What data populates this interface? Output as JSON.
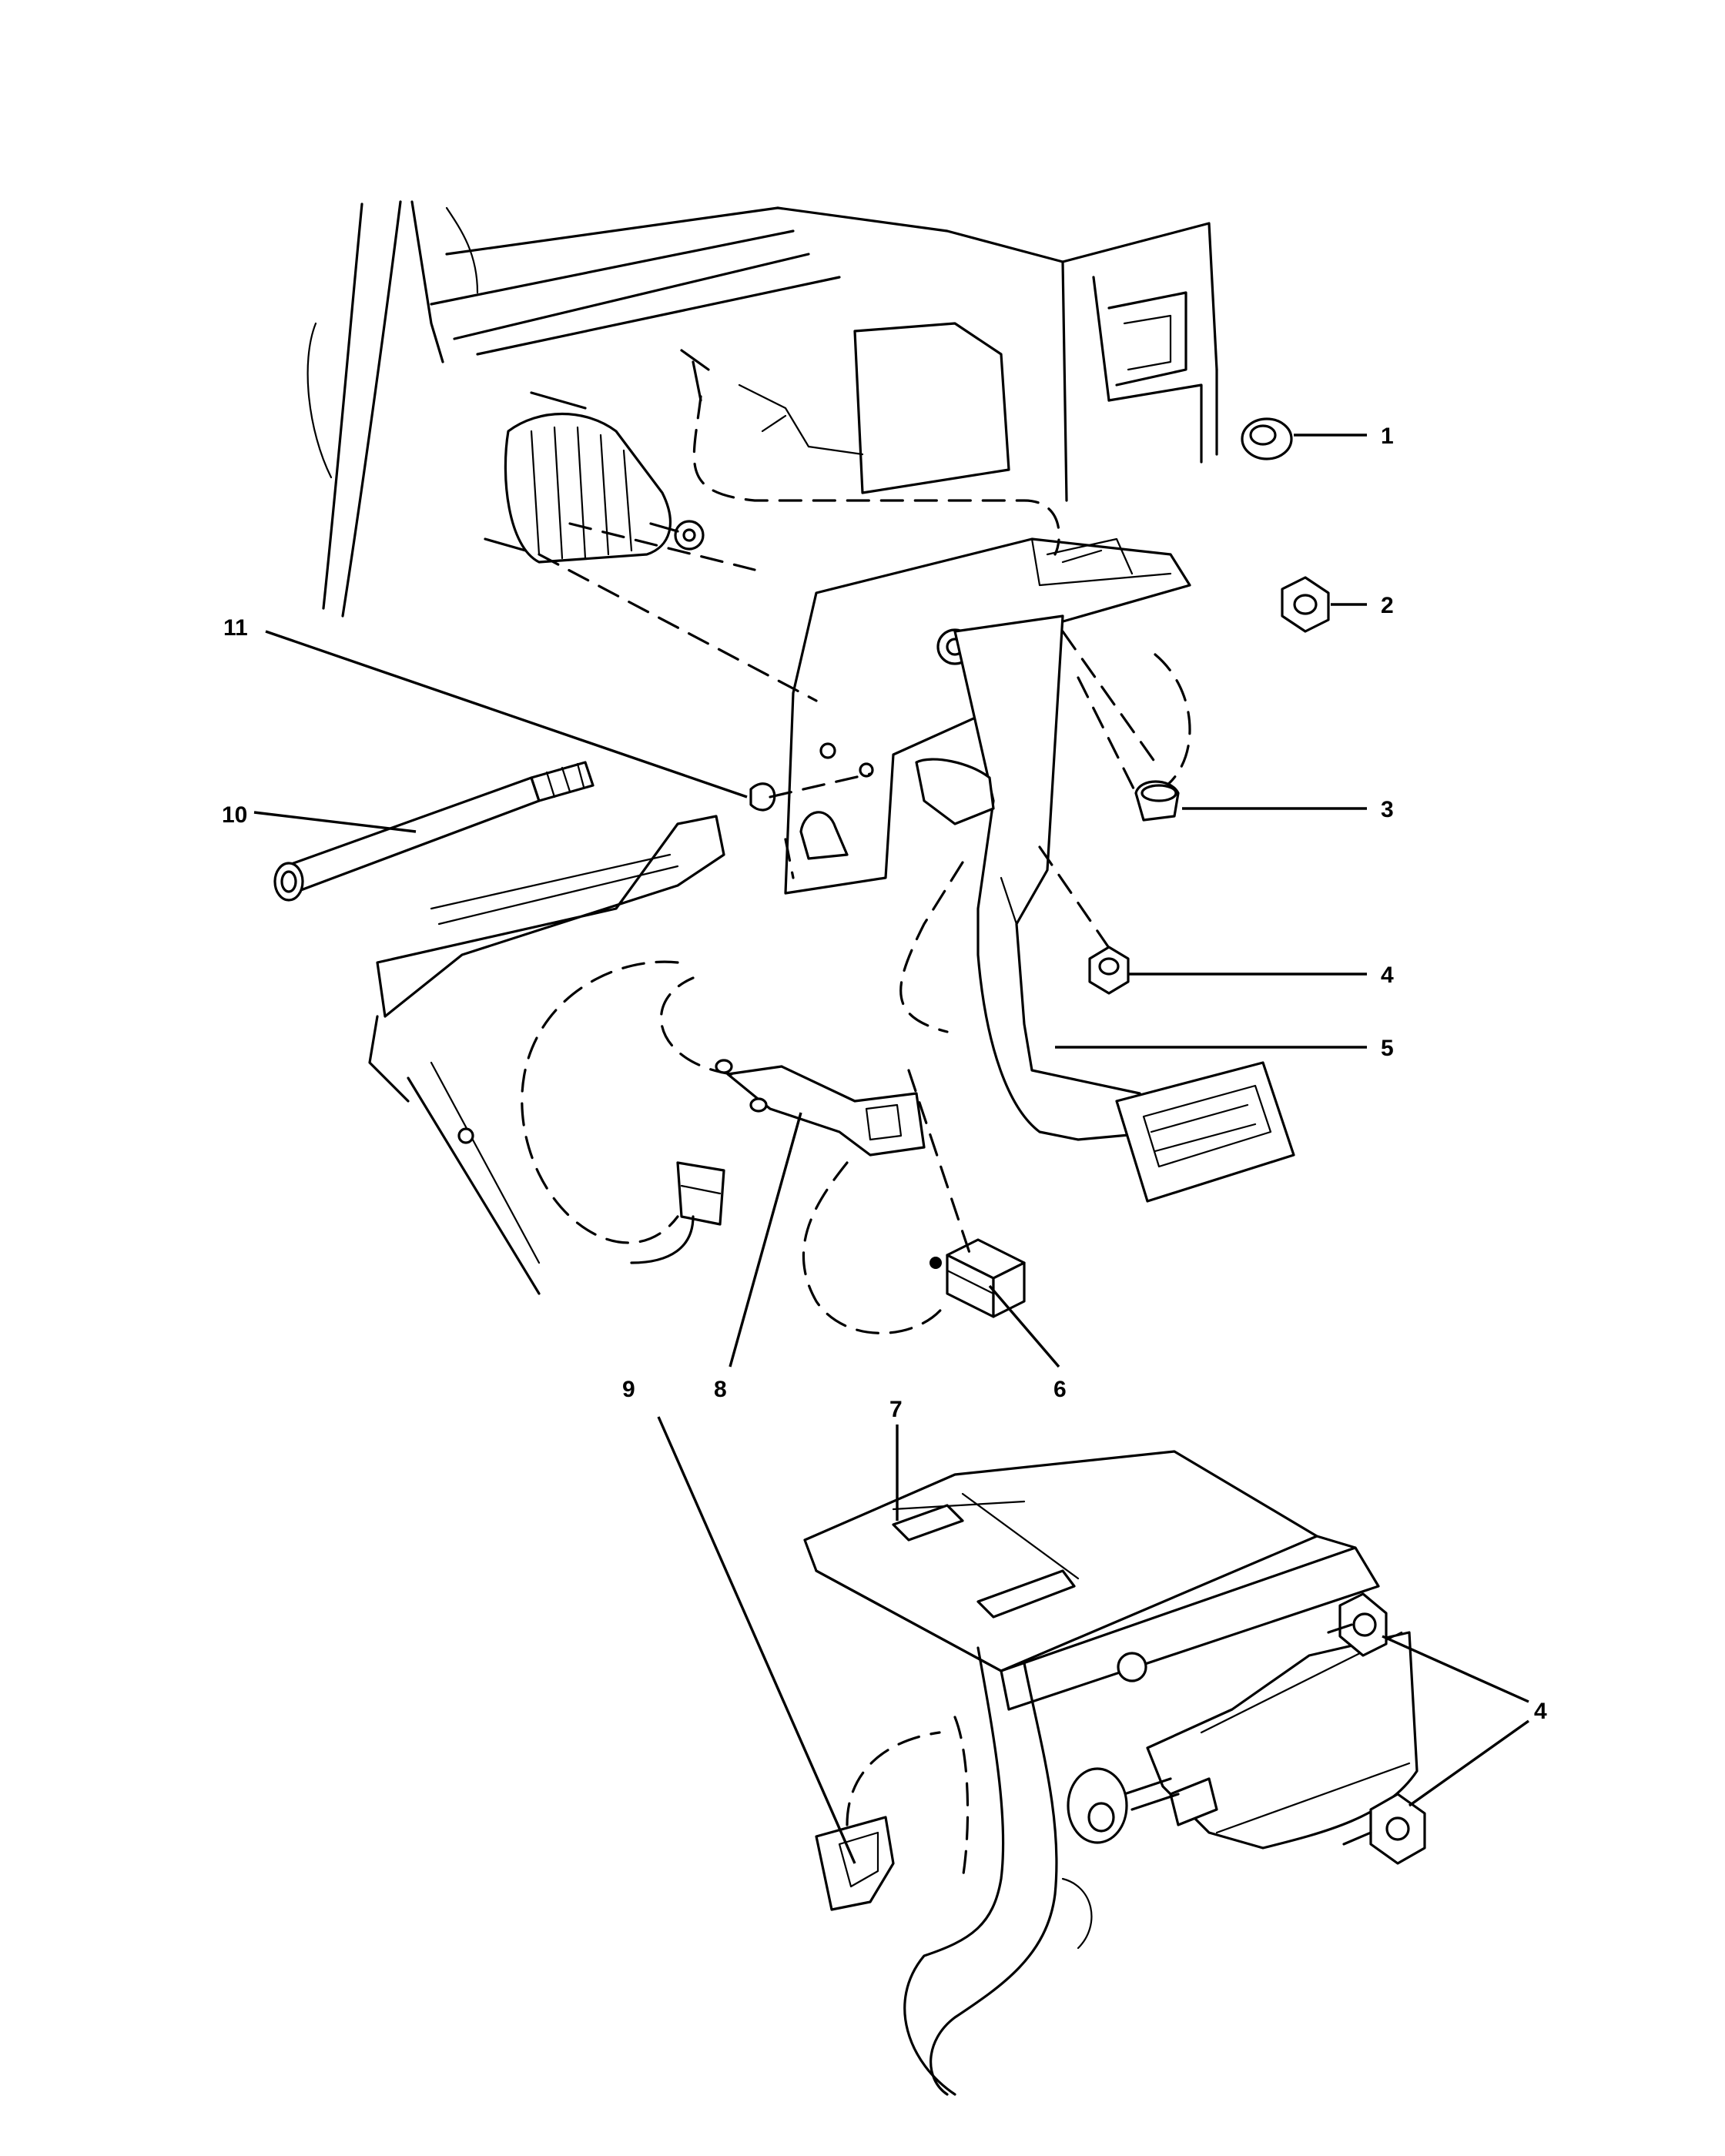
{
  "callouts": {
    "c1": "1",
    "c2": "2",
    "c3": "3",
    "c4a": "4",
    "c4b": "4",
    "c5": "5",
    "c6": "6",
    "c7": "7",
    "c8": "8",
    "c9": "9",
    "c10": "10",
    "c11": "11"
  }
}
